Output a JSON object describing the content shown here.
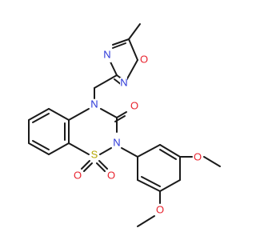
{
  "molecule": {
    "atoms": {
      "n4": "N",
      "n2": "N",
      "s1": "S",
      "o_carbonyl": "O",
      "o_s_left": "O",
      "o_s_right": "O",
      "o_methoxy_upper": "O",
      "o_methoxy_lower": "O",
      "n_oxadiazole_top": "N",
      "o_oxadiazole": "O",
      "n_oxadiazole_bottom": "N"
    },
    "colors": {
      "carbon_bond": "#1a1a1a",
      "nitrogen": "#2a36d8",
      "oxygen": "#e8222d",
      "sulfur": "#b5a600"
    }
  }
}
